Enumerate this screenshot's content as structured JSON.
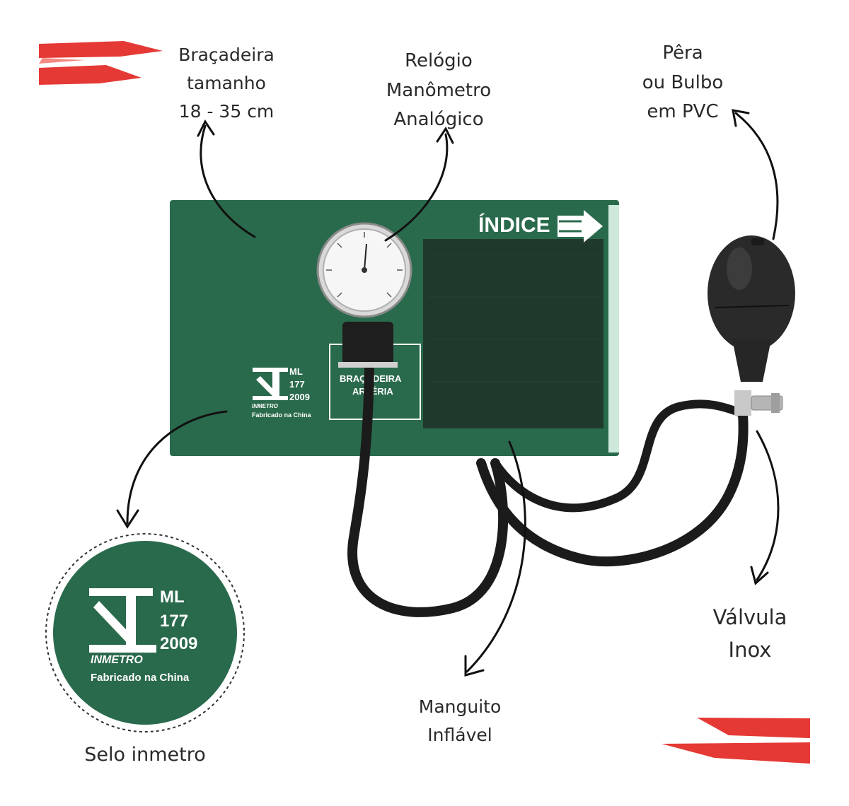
{
  "labels": {
    "bracadeira": [
      "Braçadeira",
      "tamanho",
      "18 - 35 cm"
    ],
    "relogio": [
      "Relógio",
      "Manômetro",
      "Analógico"
    ],
    "pera": [
      "Pêra",
      "ou Bulbo",
      "em PVC"
    ],
    "valvula": [
      "Válvula",
      "Inox"
    ],
    "manguito": [
      "Manguito",
      "Inflável"
    ],
    "selo": "Selo inmetro"
  },
  "cuff": {
    "index_label": "ÍNDICE",
    "flap_text": [
      "BRAÇADEIRA",
      "ARTÉRIA"
    ],
    "cuff_color": "#2a6a4c",
    "pocket_color": "#1f3a2c"
  },
  "seal": {
    "code": "ML",
    "number": "177",
    "year": "2009",
    "brand": "INMETRO",
    "made_in": "Fabricado na China"
  },
  "colors": {
    "accent_red": "#e53935",
    "tube": "#1b1b1b",
    "bulb": "#2a2a2a"
  }
}
